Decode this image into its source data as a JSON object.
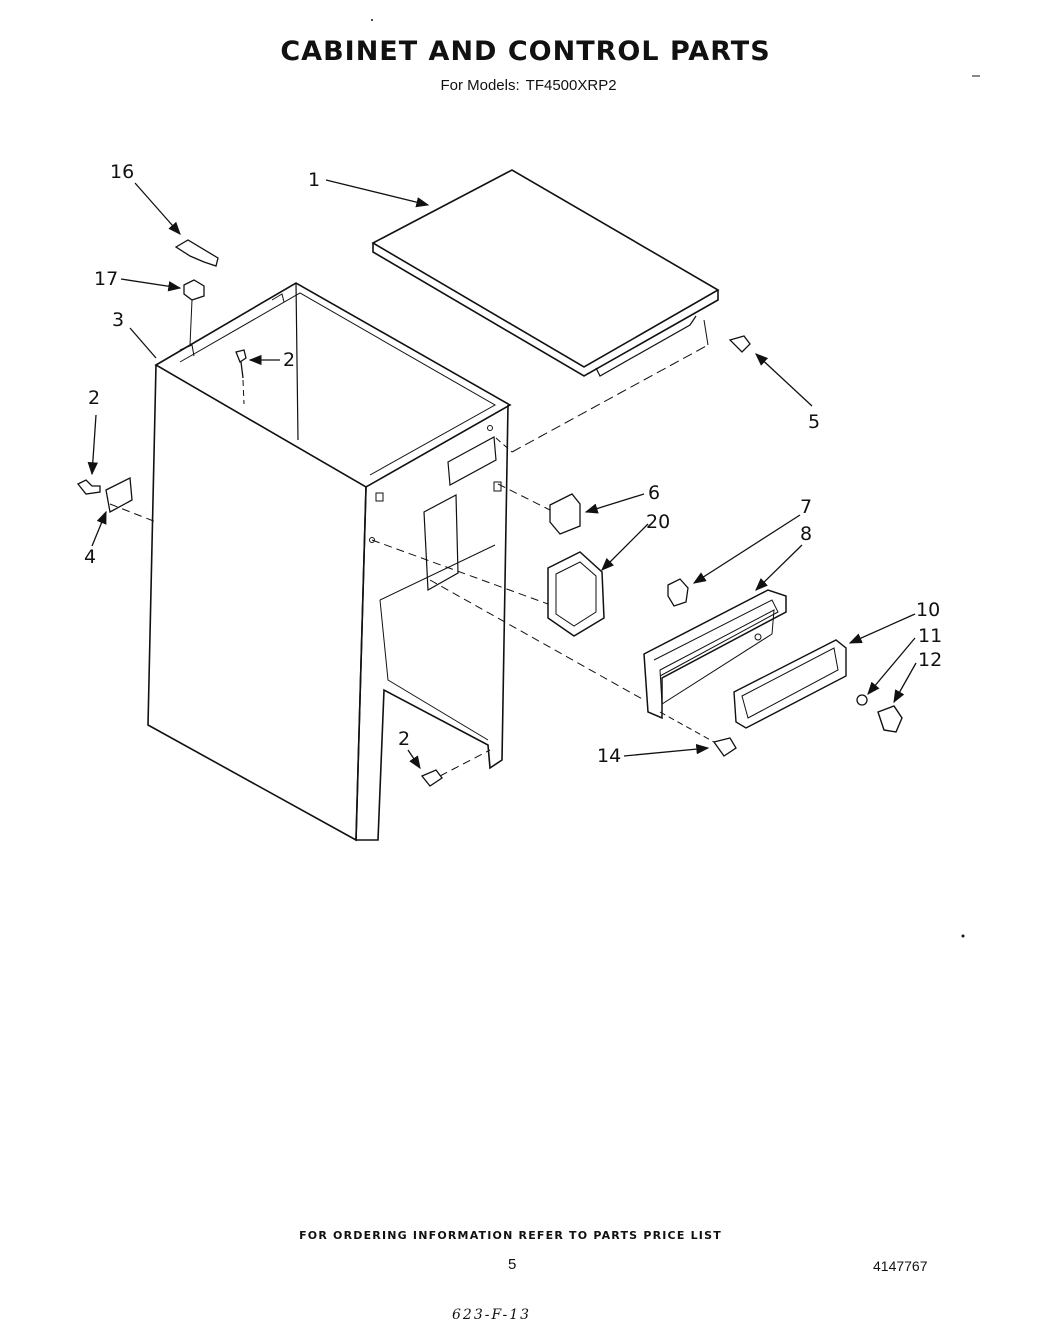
{
  "title": "CABINET AND CONTROL PARTS",
  "models_label": "For Models:",
  "model": "TF4500XRP2",
  "callouts": [
    "1",
    "16",
    "17",
    "3",
    "2",
    "2",
    "5",
    "2",
    "4",
    "6",
    "20",
    "7",
    "8",
    "10",
    "11",
    "12",
    "2",
    "14"
  ],
  "footer_note": "FOR ORDERING INFORMATION REFER TO PARTS PRICE LIST",
  "page_number": "5",
  "doc_number": "4147767",
  "handwritten_mark": "623-F-13",
  "colors": {
    "ink": "#111111",
    "paper": "#ffffff"
  }
}
